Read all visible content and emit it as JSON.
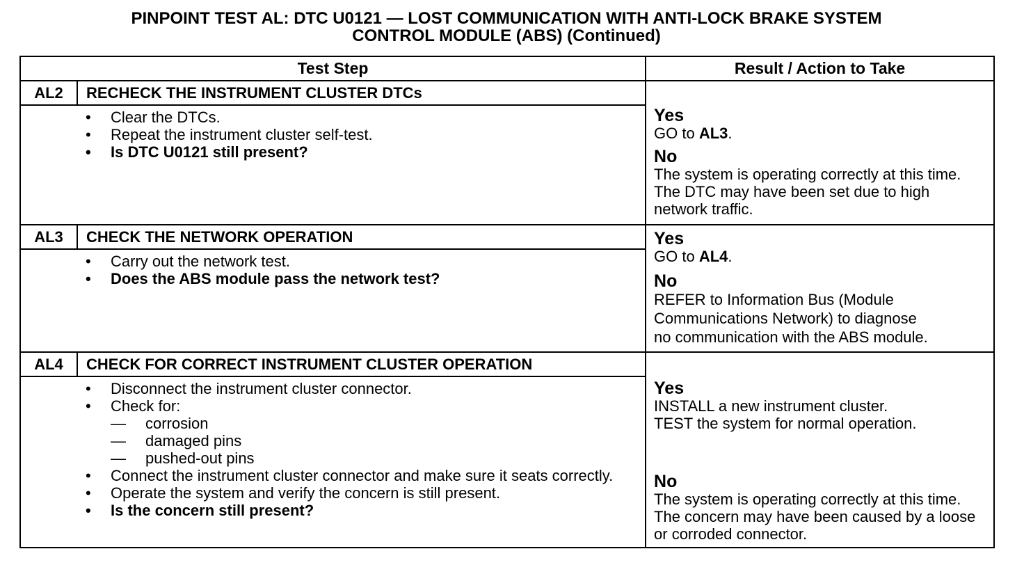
{
  "title": {
    "line1": "PINPOINT TEST  AL: DTC U0121 — LOST COMMUNICATION WITH ANTI-LOCK BRAKE SYSTEM",
    "line2": "CONTROL MODULE (ABS) (Continued)"
  },
  "headers": {
    "test_step": "Test Step",
    "result": "Result / Action to Take"
  },
  "steps": [
    {
      "id": "AL2",
      "title": "RECHECK THE INSTRUMENT CLUSTER DTCs",
      "items": [
        "Clear the DTCs.",
        "Repeat the instrument cluster self-test.",
        "Is DTC U0121 still present?"
      ],
      "yes_label": "Yes",
      "yes_prefix": "GO to ",
      "yes_ref": "AL3",
      "yes_suffix": ".",
      "no_label": "No",
      "no_text": "The system is operating correctly at this time. The DTC may have been set due to high network traffic."
    },
    {
      "id": "AL3",
      "title": "CHECK THE NETWORK OPERATION",
      "items": [
        "Carry out the network test.",
        "Does the ABS module pass the network test?"
      ],
      "yes_label": "Yes",
      "yes_prefix": "GO to ",
      "yes_ref": "AL4",
      "yes_suffix": ".",
      "no_label": "No",
      "no_text_lines": [
        "REFER to Information Bus (Module",
        "Communications Network)  to diagnose",
        "no communication with the ABS module."
      ]
    },
    {
      "id": "AL4",
      "title": "CHECK FOR CORRECT INSTRUMENT CLUSTER OPERATION",
      "items": [
        "Disconnect the instrument cluster connector.",
        "Check for:",
        "Connect the instrument cluster connector and make sure it seats correctly.",
        "Operate the system and verify the concern is still present.",
        "Is the concern still present?"
      ],
      "sub_items": [
        "corrosion",
        "damaged pins",
        "pushed-out pins"
      ],
      "yes_label": "Yes",
      "yes_lines": [
        "INSTALL a new instrument cluster.",
        "TEST the system for normal operation."
      ],
      "no_label": "No",
      "no_text": "The system is operating correctly at this time. The concern may have been caused by a loose or corroded connector."
    }
  ]
}
